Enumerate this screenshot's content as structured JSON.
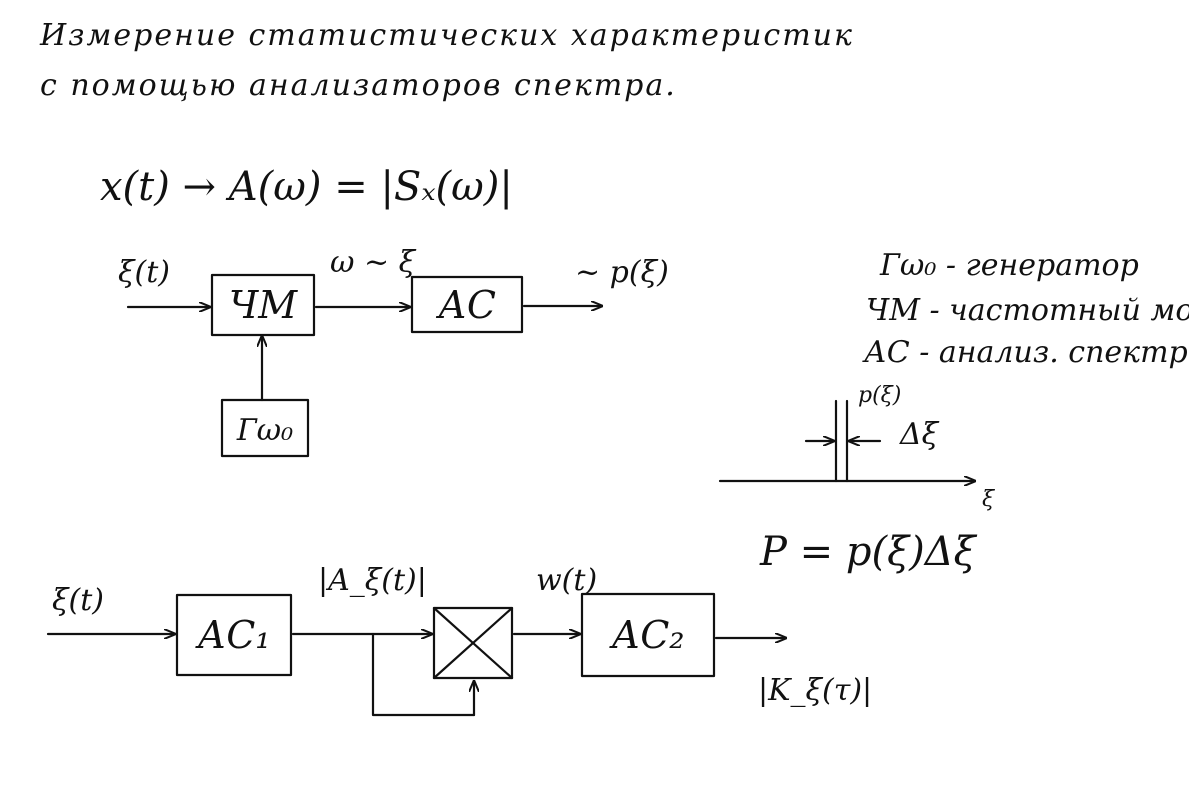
{
  "title": {
    "line1": "Измерение статистических характеристик",
    "line2": "с помощью анализаторов спектра."
  },
  "formula": "x(t) → A(ω) = |Sₓ(ω)|",
  "top_diagram": {
    "input_label": "ξ(t)",
    "fm_block": "ЧМ",
    "mid_label": "ω ~ ξ",
    "ac_block": "АС",
    "output_label": "~ p(ξ)",
    "generator_block": "Гω₀"
  },
  "legend": [
    "Гω₀ - генератор",
    "ЧМ - частотный мод",
    "АС - анализ. спектр"
  ],
  "spectrum_sketch": {
    "density_label": "p(ξ)",
    "width_label": "Δξ",
    "axis_label": "ξ",
    "formula": "P = p(ξ)Δξ"
  },
  "bottom_diagram": {
    "input_label": "ξ(t)",
    "ac1_block": "АС₁",
    "amp_label": "|A_ξ(t)|",
    "w_label": "w(t)",
    "ac2_block": "АС₂",
    "output_label": "|K_ξ(τ)|"
  }
}
